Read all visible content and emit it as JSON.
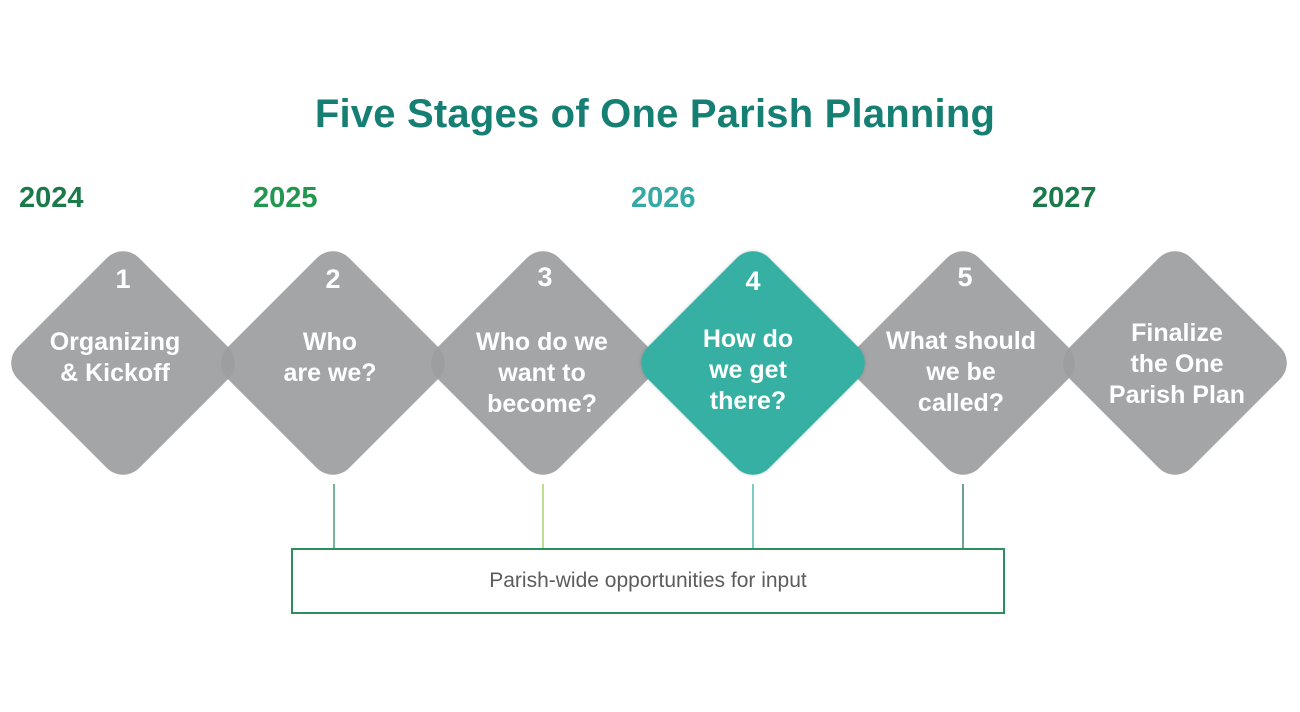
{
  "title": "Five Stages of One Parish Planning",
  "years": [
    {
      "label": "2024",
      "color": "#1b7a4a"
    },
    {
      "label": "2025",
      "color": "#239650"
    },
    {
      "label": "2026",
      "color": "#34a9a5"
    },
    {
      "label": "2027",
      "color": "#1b7a4a"
    }
  ],
  "stages": [
    {
      "number": "1",
      "lines": [
        "Organizing",
        "& Kickoff"
      ]
    },
    {
      "number": "2",
      "lines": [
        "Who",
        "are we?"
      ]
    },
    {
      "number": "3",
      "lines": [
        "Who do we",
        "want to",
        "become?"
      ]
    },
    {
      "number": "4",
      "lines": [
        "How do",
        "we get",
        "there?"
      ],
      "highlighted": true
    },
    {
      "number": "5",
      "lines": [
        "What should",
        "we be",
        "called?"
      ]
    },
    {
      "number": "",
      "lines": [
        "Finalize",
        "the One",
        "Parish Plan"
      ]
    }
  ],
  "input_box": {
    "label": "Parish-wide opportunities for input"
  },
  "colors": {
    "diamond": "#9c9d9f",
    "highlight": "#35b0a3",
    "title": "#167f73",
    "box_border": "#2e8f5e",
    "connector": "#5aa88a"
  }
}
